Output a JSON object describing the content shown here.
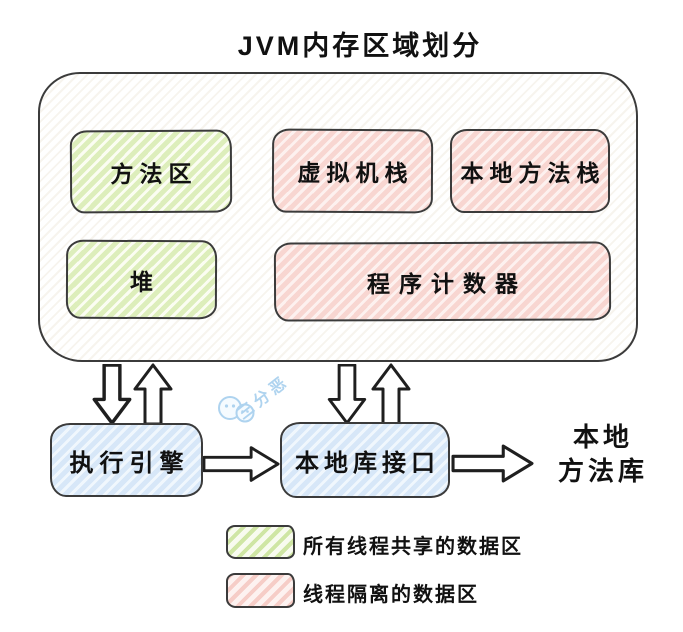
{
  "title": "JVM内存区域划分",
  "regions": {
    "method_area": "方法区",
    "vm_stack": "虚拟机栈",
    "native_method_stack": "本地方法栈",
    "heap": "堆",
    "program_counter": "程序计数器"
  },
  "engine": {
    "execution_engine": "执行引擎",
    "native_interface": "本地库接口",
    "native_library_line1": "本地",
    "native_library_line2": "方法库"
  },
  "legend": {
    "shared": "所有线程共享的数据区",
    "isolated": "线程隔离的数据区"
  },
  "watermark": {
    "text": "三分恶",
    "icon": "chat-faces-icon",
    "color": "#aed3ef"
  },
  "colors": {
    "green_fill": "#ddeebb",
    "green_light": "#fbfdf2",
    "pink_fill": "#f8d6d1",
    "pink_light": "#fdf1ef",
    "blue_fill": "#d7e7f8",
    "blue_light": "#f0f7fd",
    "border": "#3b3b3b",
    "arrow_stroke": "#1f1f1f",
    "text": "#111111"
  }
}
